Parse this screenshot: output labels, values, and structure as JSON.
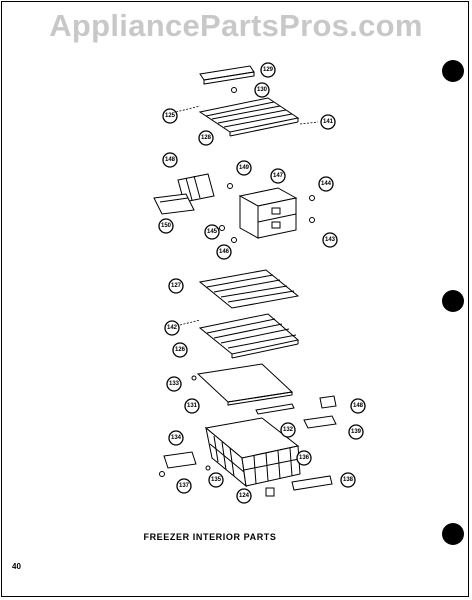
{
  "watermark": "AppliancePartsPros.com",
  "caption": "FREEZER INTERIOR PARTS",
  "page_number": "40",
  "callouts": [
    "129",
    "130",
    "125",
    "128",
    "141",
    "148",
    "149",
    "147",
    "144",
    "150",
    "145",
    "146",
    "143",
    "127",
    "142",
    "126",
    "133",
    "131",
    "148",
    "132",
    "139",
    "134",
    "135",
    "136",
    "137",
    "124",
    "138"
  ]
}
